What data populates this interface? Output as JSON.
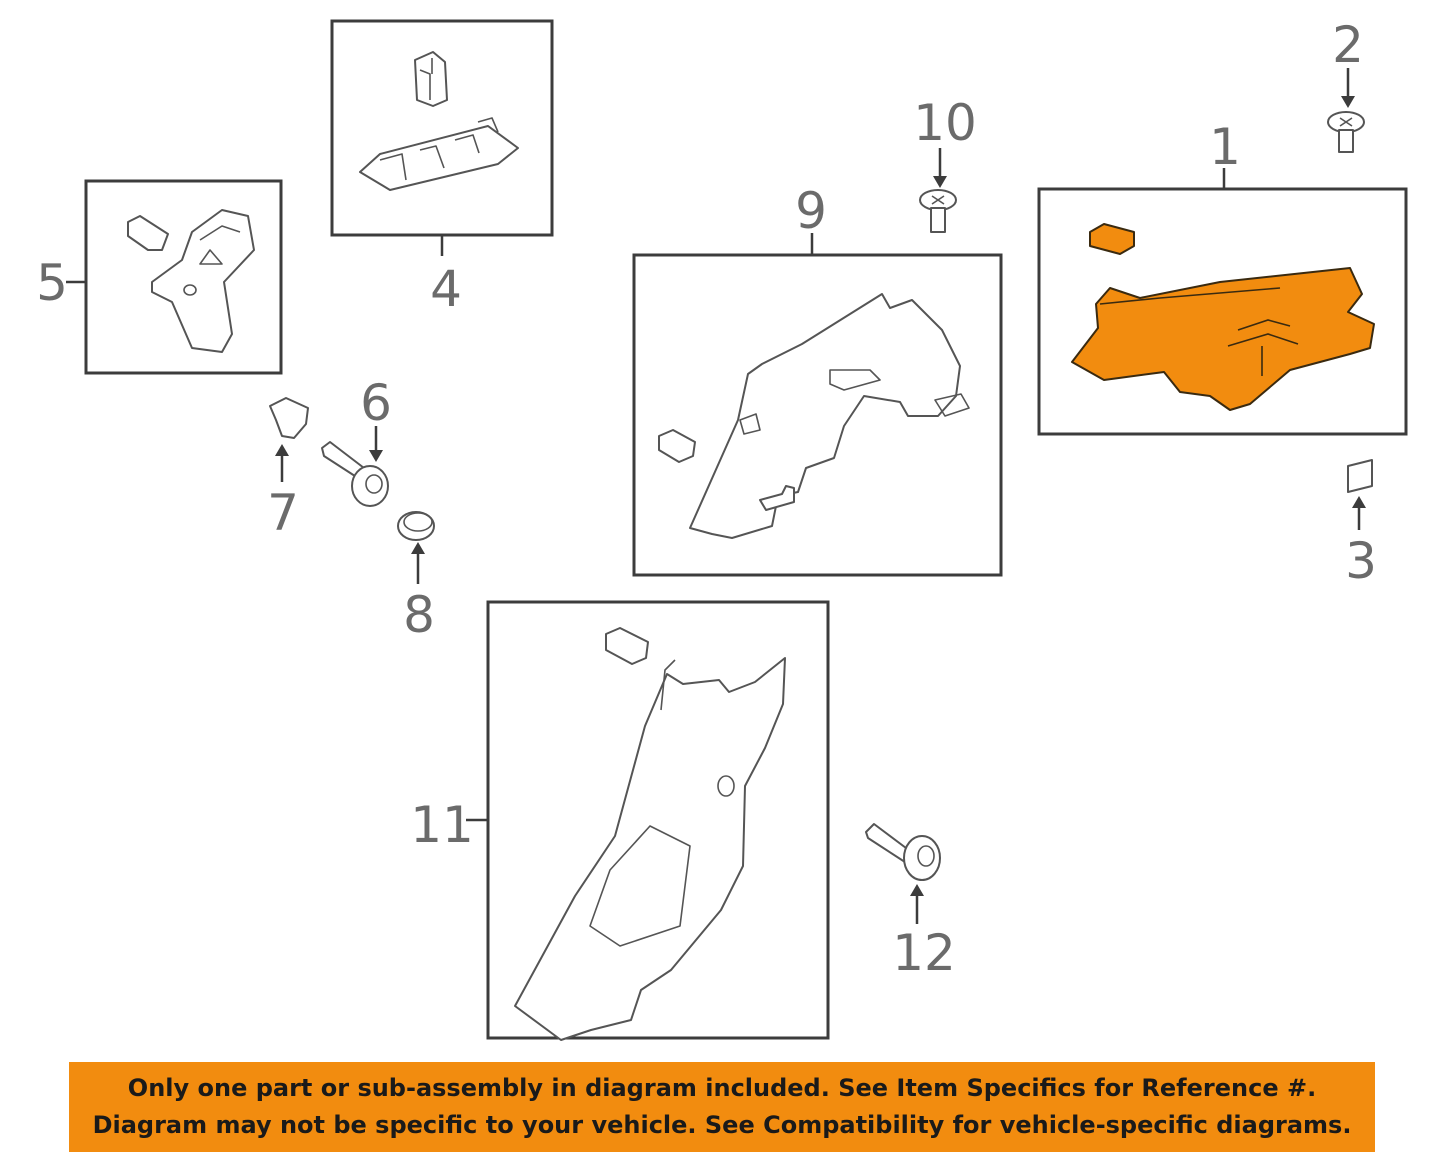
{
  "callouts": {
    "c1": "1",
    "c2": "2",
    "c3": "3",
    "c4": "4",
    "c5": "5",
    "c6": "6",
    "c7": "7",
    "c8": "8",
    "c9": "9",
    "c10": "10",
    "c11": "11",
    "c12": "12"
  },
  "notice": {
    "line1": "Only one part or sub-assembly in diagram included. See Item Specifics for Reference #.",
    "line2": "Diagram may not be specific to your vehicle. See Compatibility for vehicle-specific diagrams."
  },
  "colors": {
    "highlight": "#f28c0f",
    "notice_background": "#f28c0f",
    "callout_text": "#6b6b6b",
    "outline": "#3c3c3c"
  }
}
